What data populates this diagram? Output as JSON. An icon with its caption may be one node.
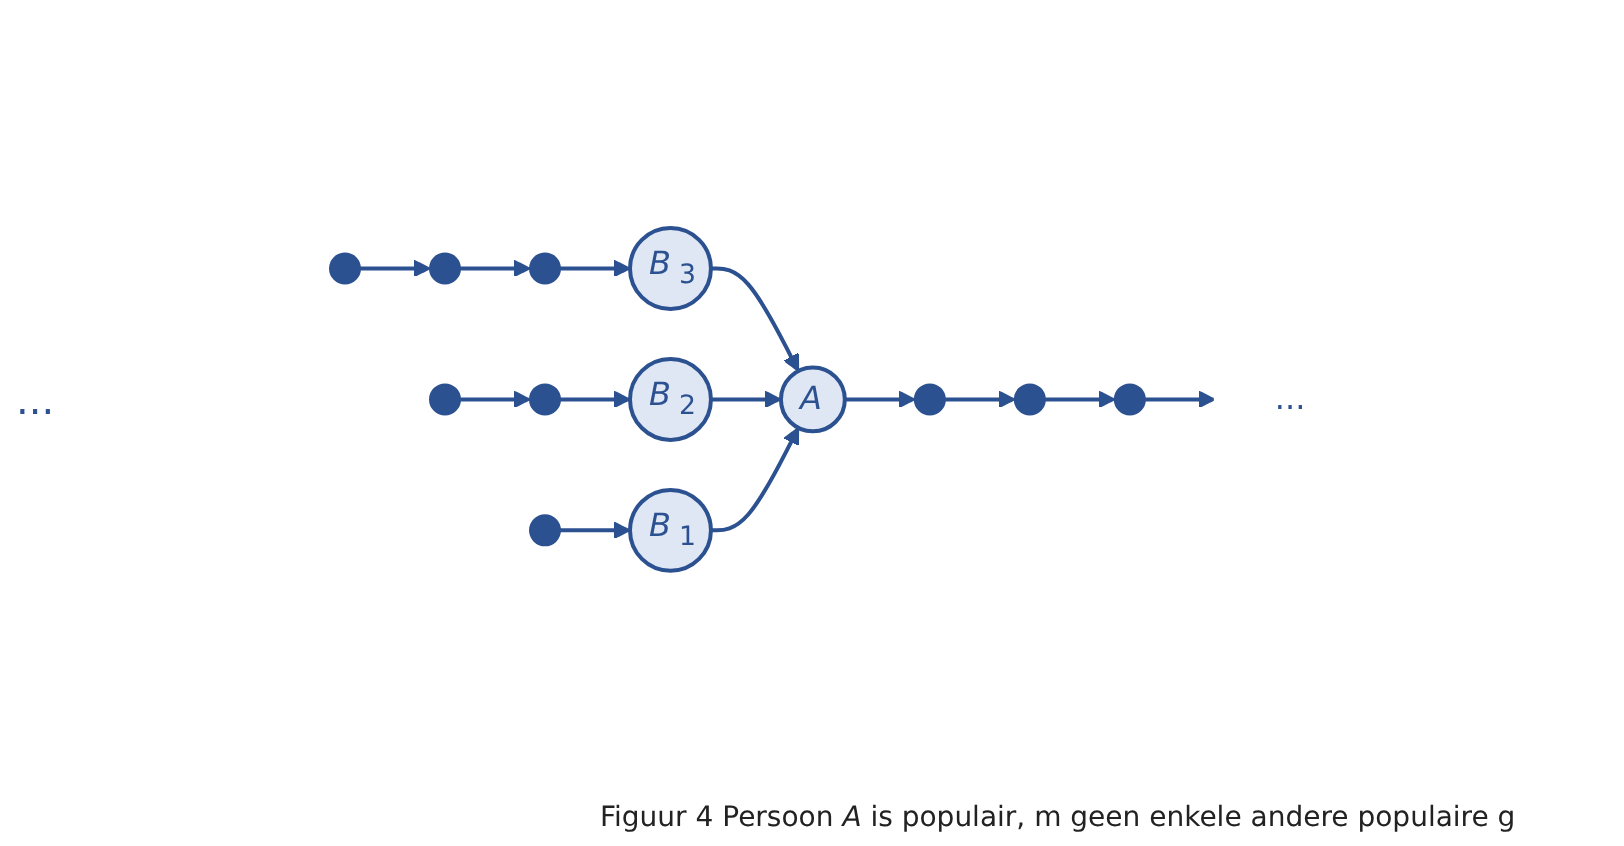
{
  "diagram": {
    "caption": "Figuur 4 Persoon *A* is populair, m geen enkele andere populaire g",
    "nodes": [
      {
        "text": [
          "*A*"
        ]
      },
      {
        "text": [],
        "shape": "circle"
      },
      {
        "text": [],
        "shape": "circle"
      },
      {
        "text": [],
        "shape": "circle"
      },
      {
        "text": [
          "..."
        ]
      },
      {
        "text": [
          "*B*$_{3}$"
        ]
      },
      {
        "text": [
          "*B*$_{2}$"
        ]
      },
      {
        "text": [
          "*B*$_{1}$"
        ]
      },
      {
        "text": [],
        "shape": "circle"
      },
      {
        "text": [],
        "shape": "circle"
      },
      {
        "text": [],
        "shape": "circle"
      },
      {
        "text": [],
        "shape": "circle"
      },
      {
        "text": [],
        "shape": "circle"
      },
      {
        "text": [],
        "shape": "circle"
      }
    ],
    "edges": [
      {
        "from": 0,
        "to": 1,
        "arrow": "to"
      },
      {
        "from": 1,
        "to": 2,
        "arrow": "to"
      },
      {
        "from": 2,
        "to": 3,
        "arrow": "to"
      },
      {
        "from": 3,
        "to": 4,
        "arrow": "to"
      },
      {
        "from": 5,
        "to": 0,
        "arrow": "to"
      },
      {
        "from": 6,
        "to": 0,
        "arrow": "to"
      },
      {
        "from": 7,
        "to": 0,
        "arrow": "to"
      },
      {
        "from": 8,
        "to": 5,
        "arrow": "to"
      },
      {
        "from": 9,
        "to": 8,
        "arrow": "to"
      },
      {
        "from": 10,
        "to": 9,
        "arrow": "to"
      },
      {
        "from": 11,
        "to": 6,
        "arrow": "to"
      },
      {
        "from": 12,
        "to": 11,
        "arrow": "to"
      },
      {
        "from": 13,
        "to": 7,
        "arrow": "to"
      }
    ],
    "labels": [
      "..."
    ]
  }
}
